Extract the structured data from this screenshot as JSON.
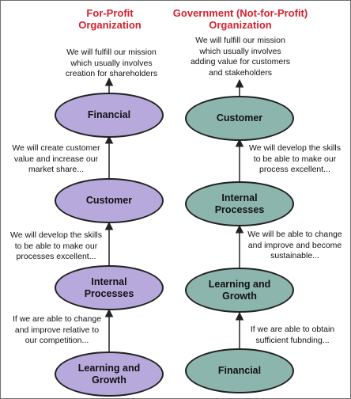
{
  "colors": {
    "heading": "#d5212e",
    "for_profit_fill": "#b7a9dc",
    "government_fill": "#8cb5ad",
    "stroke": "#222222"
  },
  "for_profit": {
    "heading": "For-Profit\nOrganization",
    "nodes": [
      "Financial",
      "Customer",
      "Internal\nProcesses",
      "Learning and\nGrowth"
    ],
    "notes": [
      "We will fulfill our mission\nwhich usually involves\ncreation for shareholders",
      "We will create customer\nvalue and increase our\nmarket share...",
      "We will develop the skills\nto be able to make our\nprocesses excellent...",
      "If we are able to change\nand improve relative to\nour competition..."
    ]
  },
  "government": {
    "heading": "Government (Not-for-Profit)\nOrganization",
    "nodes": [
      "Customer",
      "Internal\nProcesses",
      "Learning and\nGrowth",
      "Financial"
    ],
    "notes": [
      "We will fulfill our mission\nwhich usually involves\nadding value for customers\nand stakeholders",
      "We will develop the skills\nto be able to make our\nprocess excellent...",
      "We will be able to change\nand improve and become\nsustainable...",
      "If we are able to obtain\nsufficient fubnding..."
    ]
  }
}
